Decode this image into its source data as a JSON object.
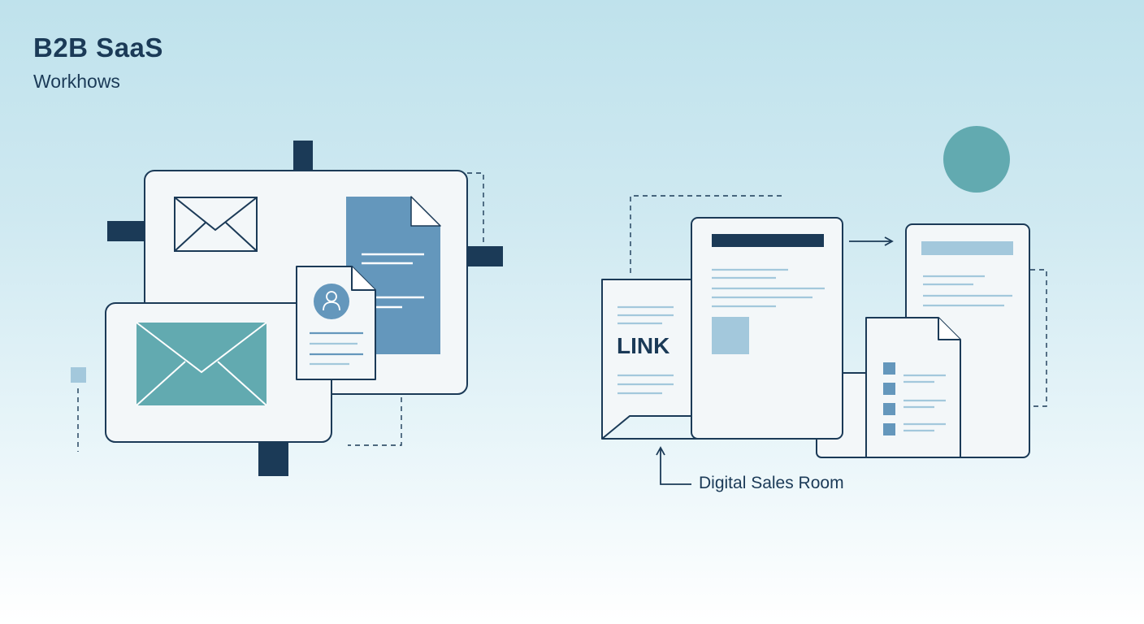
{
  "header": {
    "title": "B2B SaaS",
    "subtitle": "Workhows"
  },
  "right_diagram": {
    "link_label": "LINK",
    "caption": "Digital Sales Room"
  },
  "colors": {
    "navy": "#1b3a57",
    "teal": "#62aab0",
    "steel_blue": "#6497bc",
    "light_blue": "#a3c8dc",
    "card_fill": "#f3f7f9"
  },
  "icons": [
    "envelope-icon",
    "document-icon",
    "user-icon",
    "arrow-icon",
    "circle-icon"
  ]
}
